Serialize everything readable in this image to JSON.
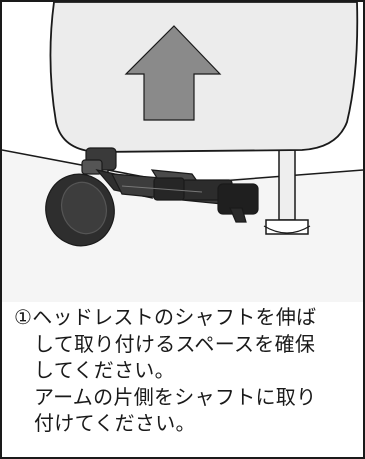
{
  "instruction": {
    "step_marker": "①",
    "lines": [
      "ヘッドレストのシャフトを伸ば",
      "して取り付けるスペースを確保",
      "してください。",
      "アームの片側をシャフトに取り",
      "付けてください。"
    ]
  },
  "colors": {
    "line": "#1a1a1a",
    "headrest_fill": "#ececec",
    "arrow_fill": "#8a8a8a",
    "seat_fill": "#f4f4f4",
    "mount_dark": "#2a2a2a"
  },
  "icons": {
    "arrow": "up-arrow-icon"
  }
}
